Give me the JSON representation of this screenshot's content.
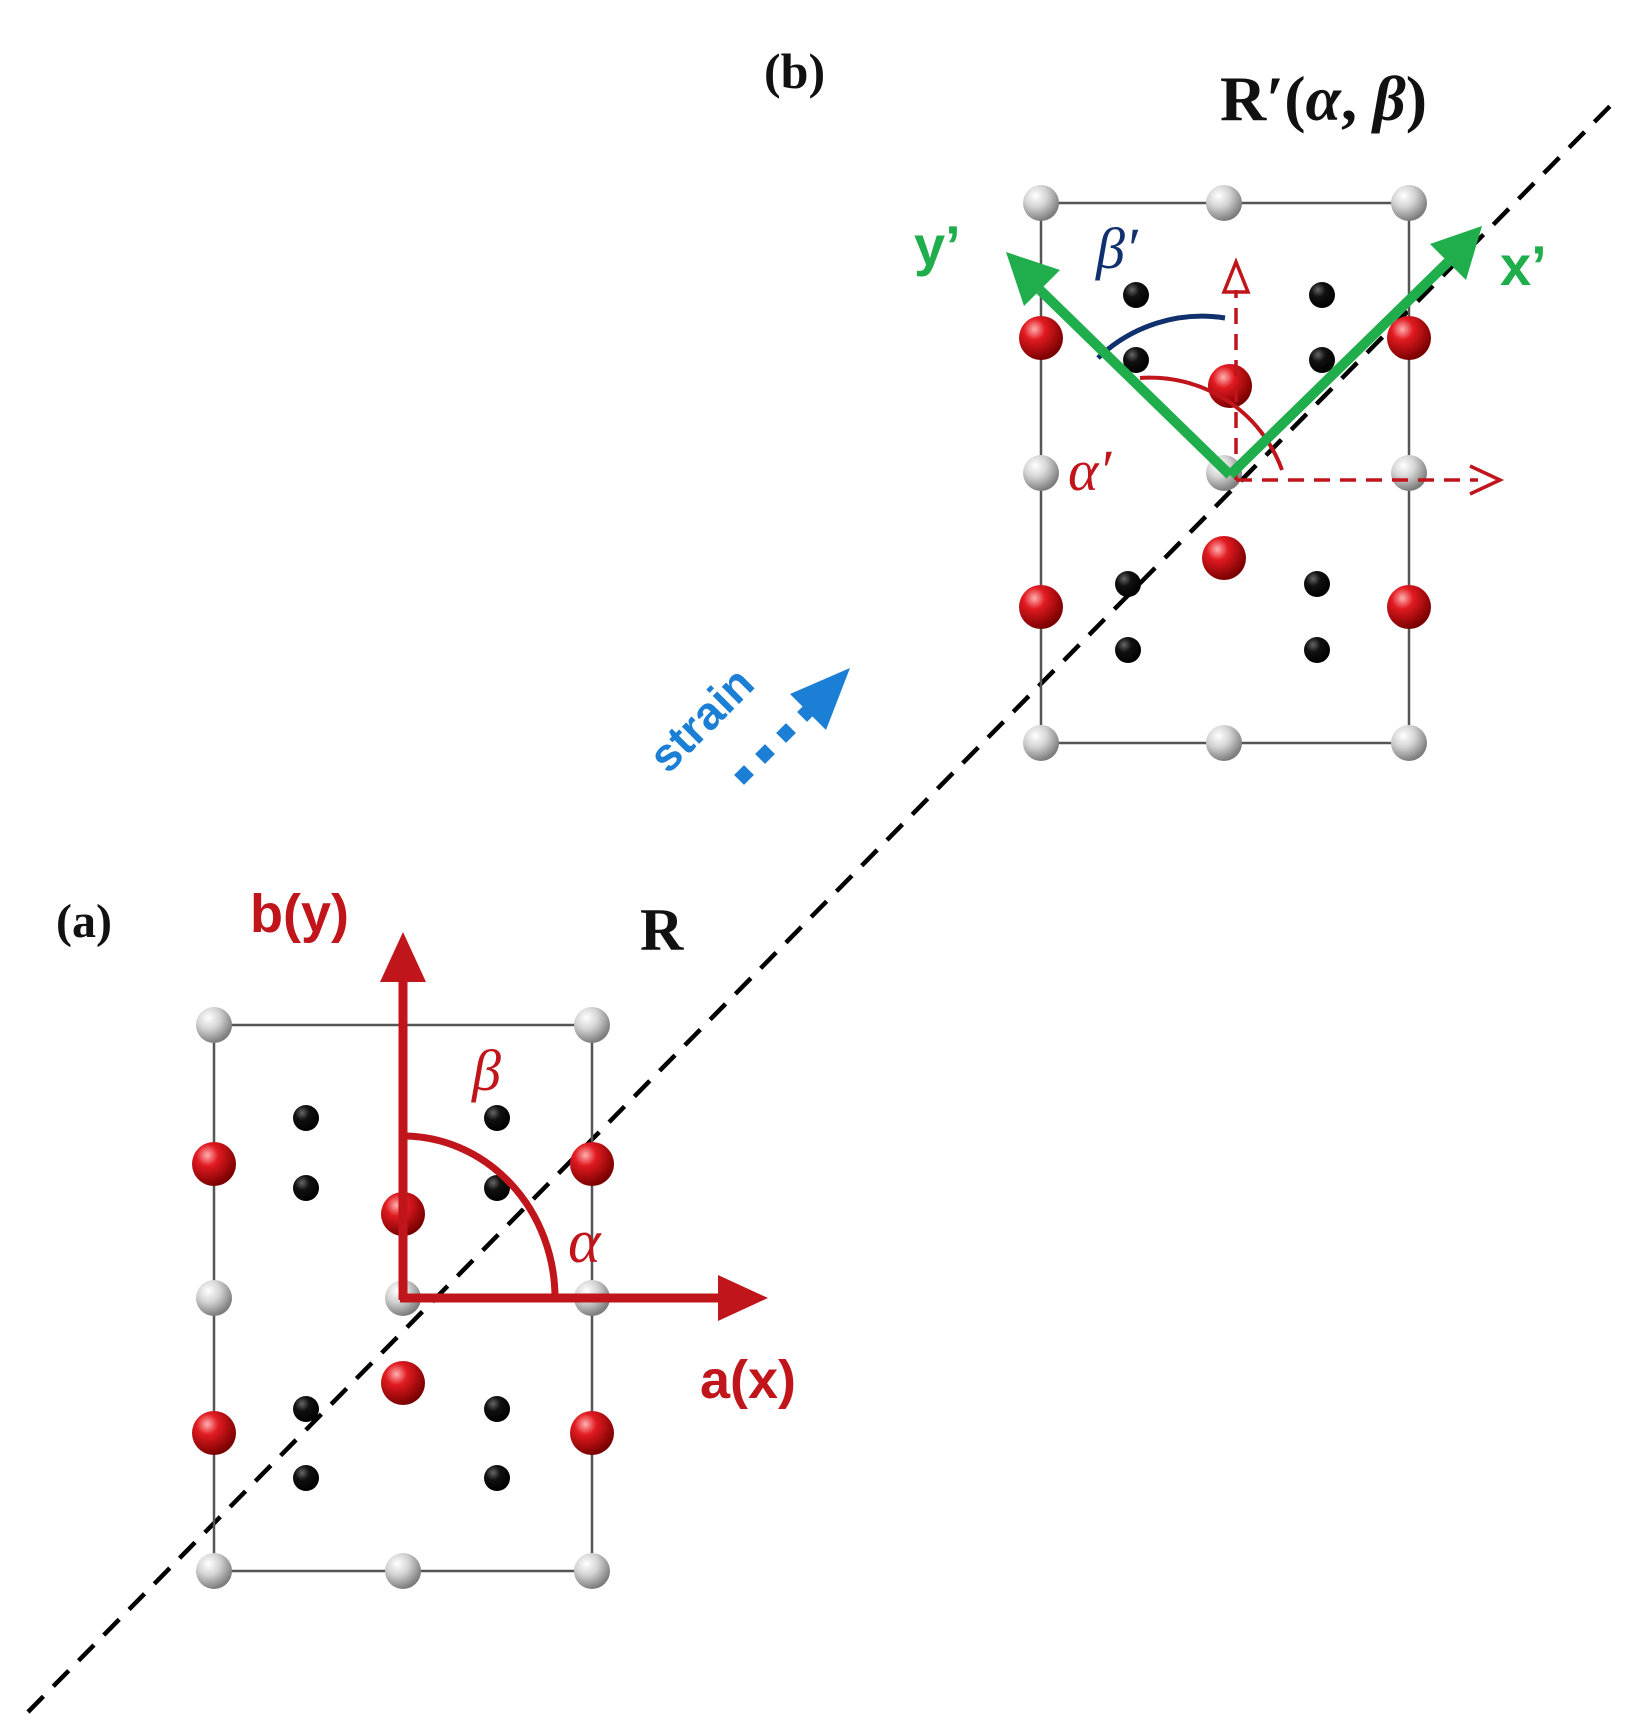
{
  "panel_a": {
    "label": "(a)",
    "frame_label": "R",
    "axis_a_label": "a(x)",
    "axis_b_label": "b(y)",
    "angle_alpha": "α",
    "angle_beta": "β"
  },
  "panel_b": {
    "label": "(b)",
    "frame_label_prefix": "R′(",
    "frame_label_alpha": "α",
    "frame_label_sep": ", ",
    "frame_label_beta": "β",
    "frame_label_suffix": ")",
    "axis_x_label": "x’",
    "axis_y_label": "y’",
    "angle_alpha": "α′",
    "angle_beta": "β′"
  },
  "strain_label": "strain",
  "colors": {
    "red_axis": "#c0151b",
    "green_axis": "#1fae4b",
    "blue_arc": "#10306e",
    "strain_blue": "#1b7fd6",
    "atom_red": "#d8161c",
    "atom_gray": "#cfcfcf",
    "atom_black": "#0a0a0a",
    "cell_line": "#555555",
    "diagonal": "#000000"
  }
}
